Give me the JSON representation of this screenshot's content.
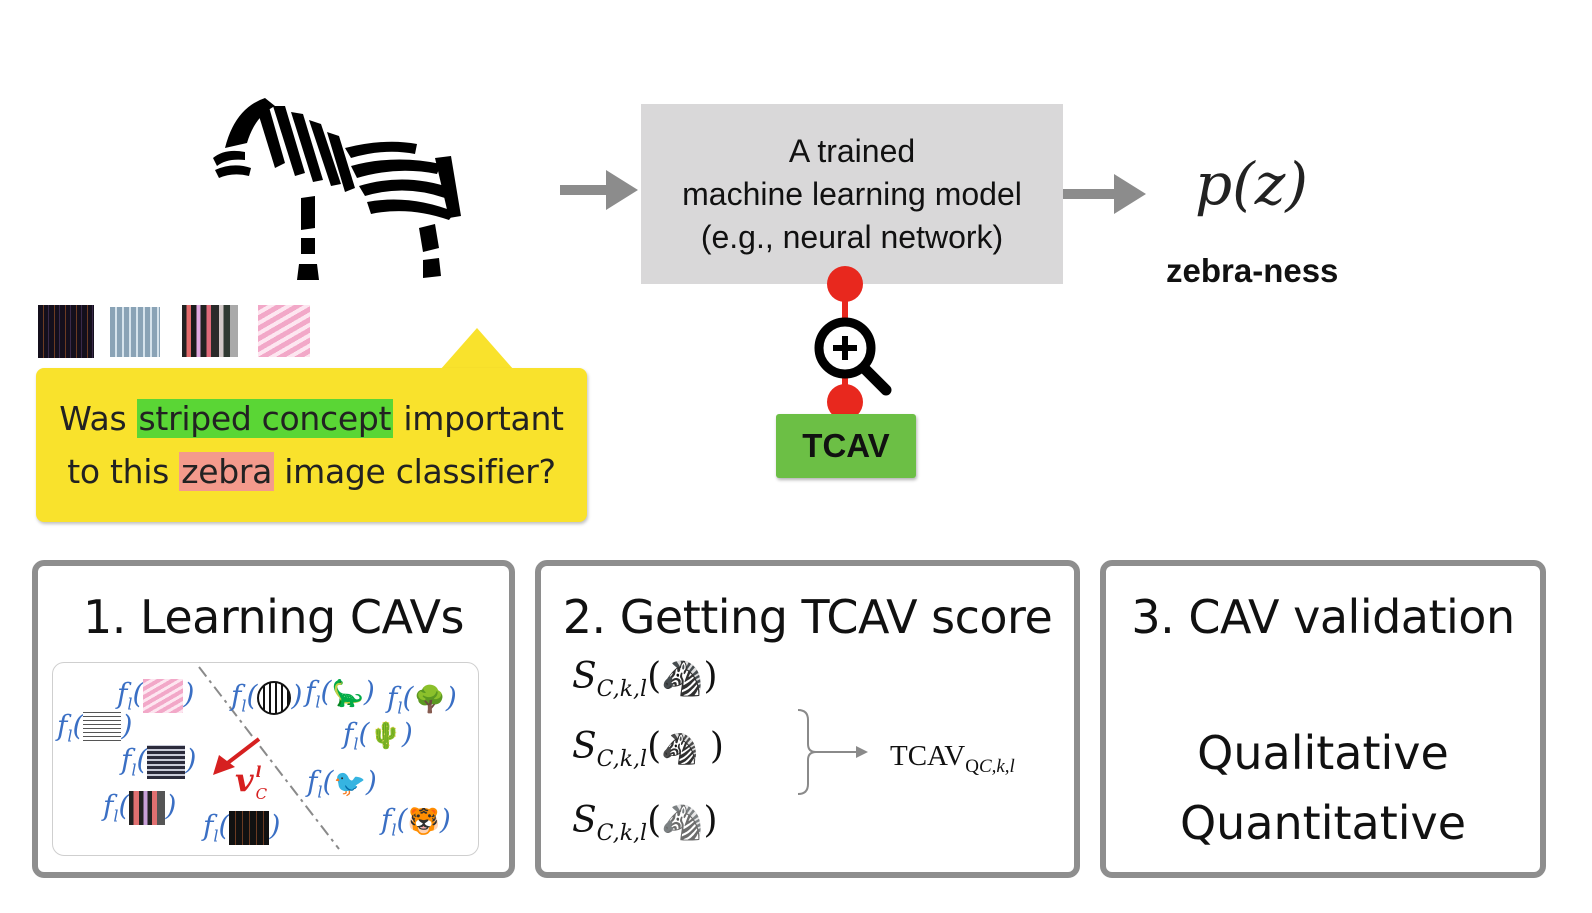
{
  "top": {
    "concept_swatches": [
      "dark-pinstripe-swatch",
      "blue-stripe-swatch",
      "multicolor-stripe-swatch",
      "pink-chevron-swatch"
    ],
    "question": {
      "prefix": "Was ",
      "concept": "striped concept",
      "middle": " important",
      "line2_prefix": "to this ",
      "class": "zebra",
      "suffix": " image classifier?"
    },
    "model": {
      "line1": "A trained",
      "line2": "machine learning model",
      "line3": "(e.g., neural network)"
    },
    "output": {
      "formula": "p(z)",
      "label": "zebra-ness"
    },
    "tcav_button": "TCAV",
    "colors": {
      "bubble": "#f9e22c",
      "concept_highlight": "#5ad635",
      "class_highlight": "#f49a8c",
      "tcav_green": "#6cbf45",
      "probe_red": "#e8281e",
      "model_box": "#d9d8d9",
      "arrow": "#8c8c8c",
      "fl_blue": "#3a6fc4",
      "cav_red": "#d62020"
    }
  },
  "panels": [
    {
      "title": "1. Learning CAVs",
      "fl_label": "f",
      "fl_sub": "l",
      "cav_symbol": "v",
      "cav_sup": "l",
      "cav_sub": "C",
      "positive_examples": [
        "pink-chevron",
        "horizontal-lines",
        "dark-wavy-lines",
        "multicolor-stripes",
        "dark-pinstripes"
      ],
      "negative_examples": [
        "watermelon",
        "dinosaur",
        "tree",
        "cactus",
        "bird",
        "tiger"
      ]
    },
    {
      "title": "2. Getting TCAV score",
      "score_symbol": "S",
      "score_sub": "C,k,l",
      "inputs": [
        "zebra-standing",
        "zebra-head",
        "zebra-outline"
      ],
      "result_label": "TCAV",
      "result_sub_main": "Q",
      "result_sub": "C,k,l"
    },
    {
      "title": "3. CAV validation",
      "items": [
        "Qualitative",
        "Quantitative"
      ]
    }
  ]
}
